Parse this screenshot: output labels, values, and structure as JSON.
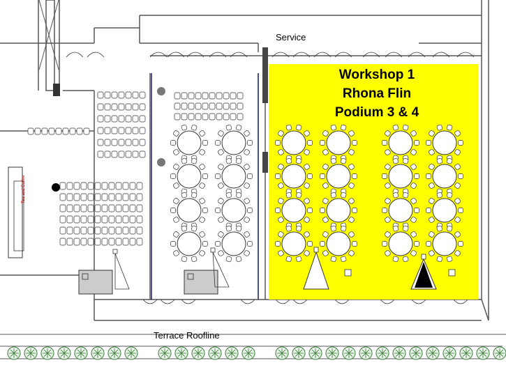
{
  "labels": {
    "service": "Service",
    "terrace": "Terrace Roofline",
    "tea_station": "Tea and Coffee"
  },
  "room": {
    "title_line1": "Workshop 1",
    "title_line2": "Rhona Flin",
    "title_line3": "Podium 3 & 4",
    "highlight_color": "#ffff00"
  },
  "colors": {
    "wall": "#555555",
    "line": "#333333",
    "divider": "#1f2a6b",
    "screen": "#cccccc",
    "tree": "#3a7a3a"
  },
  "icons": [
    "round-table-icon",
    "chair-icon",
    "screen-icon",
    "projector-icon",
    "lectern-icon",
    "tree-icon",
    "door-icon"
  ]
}
